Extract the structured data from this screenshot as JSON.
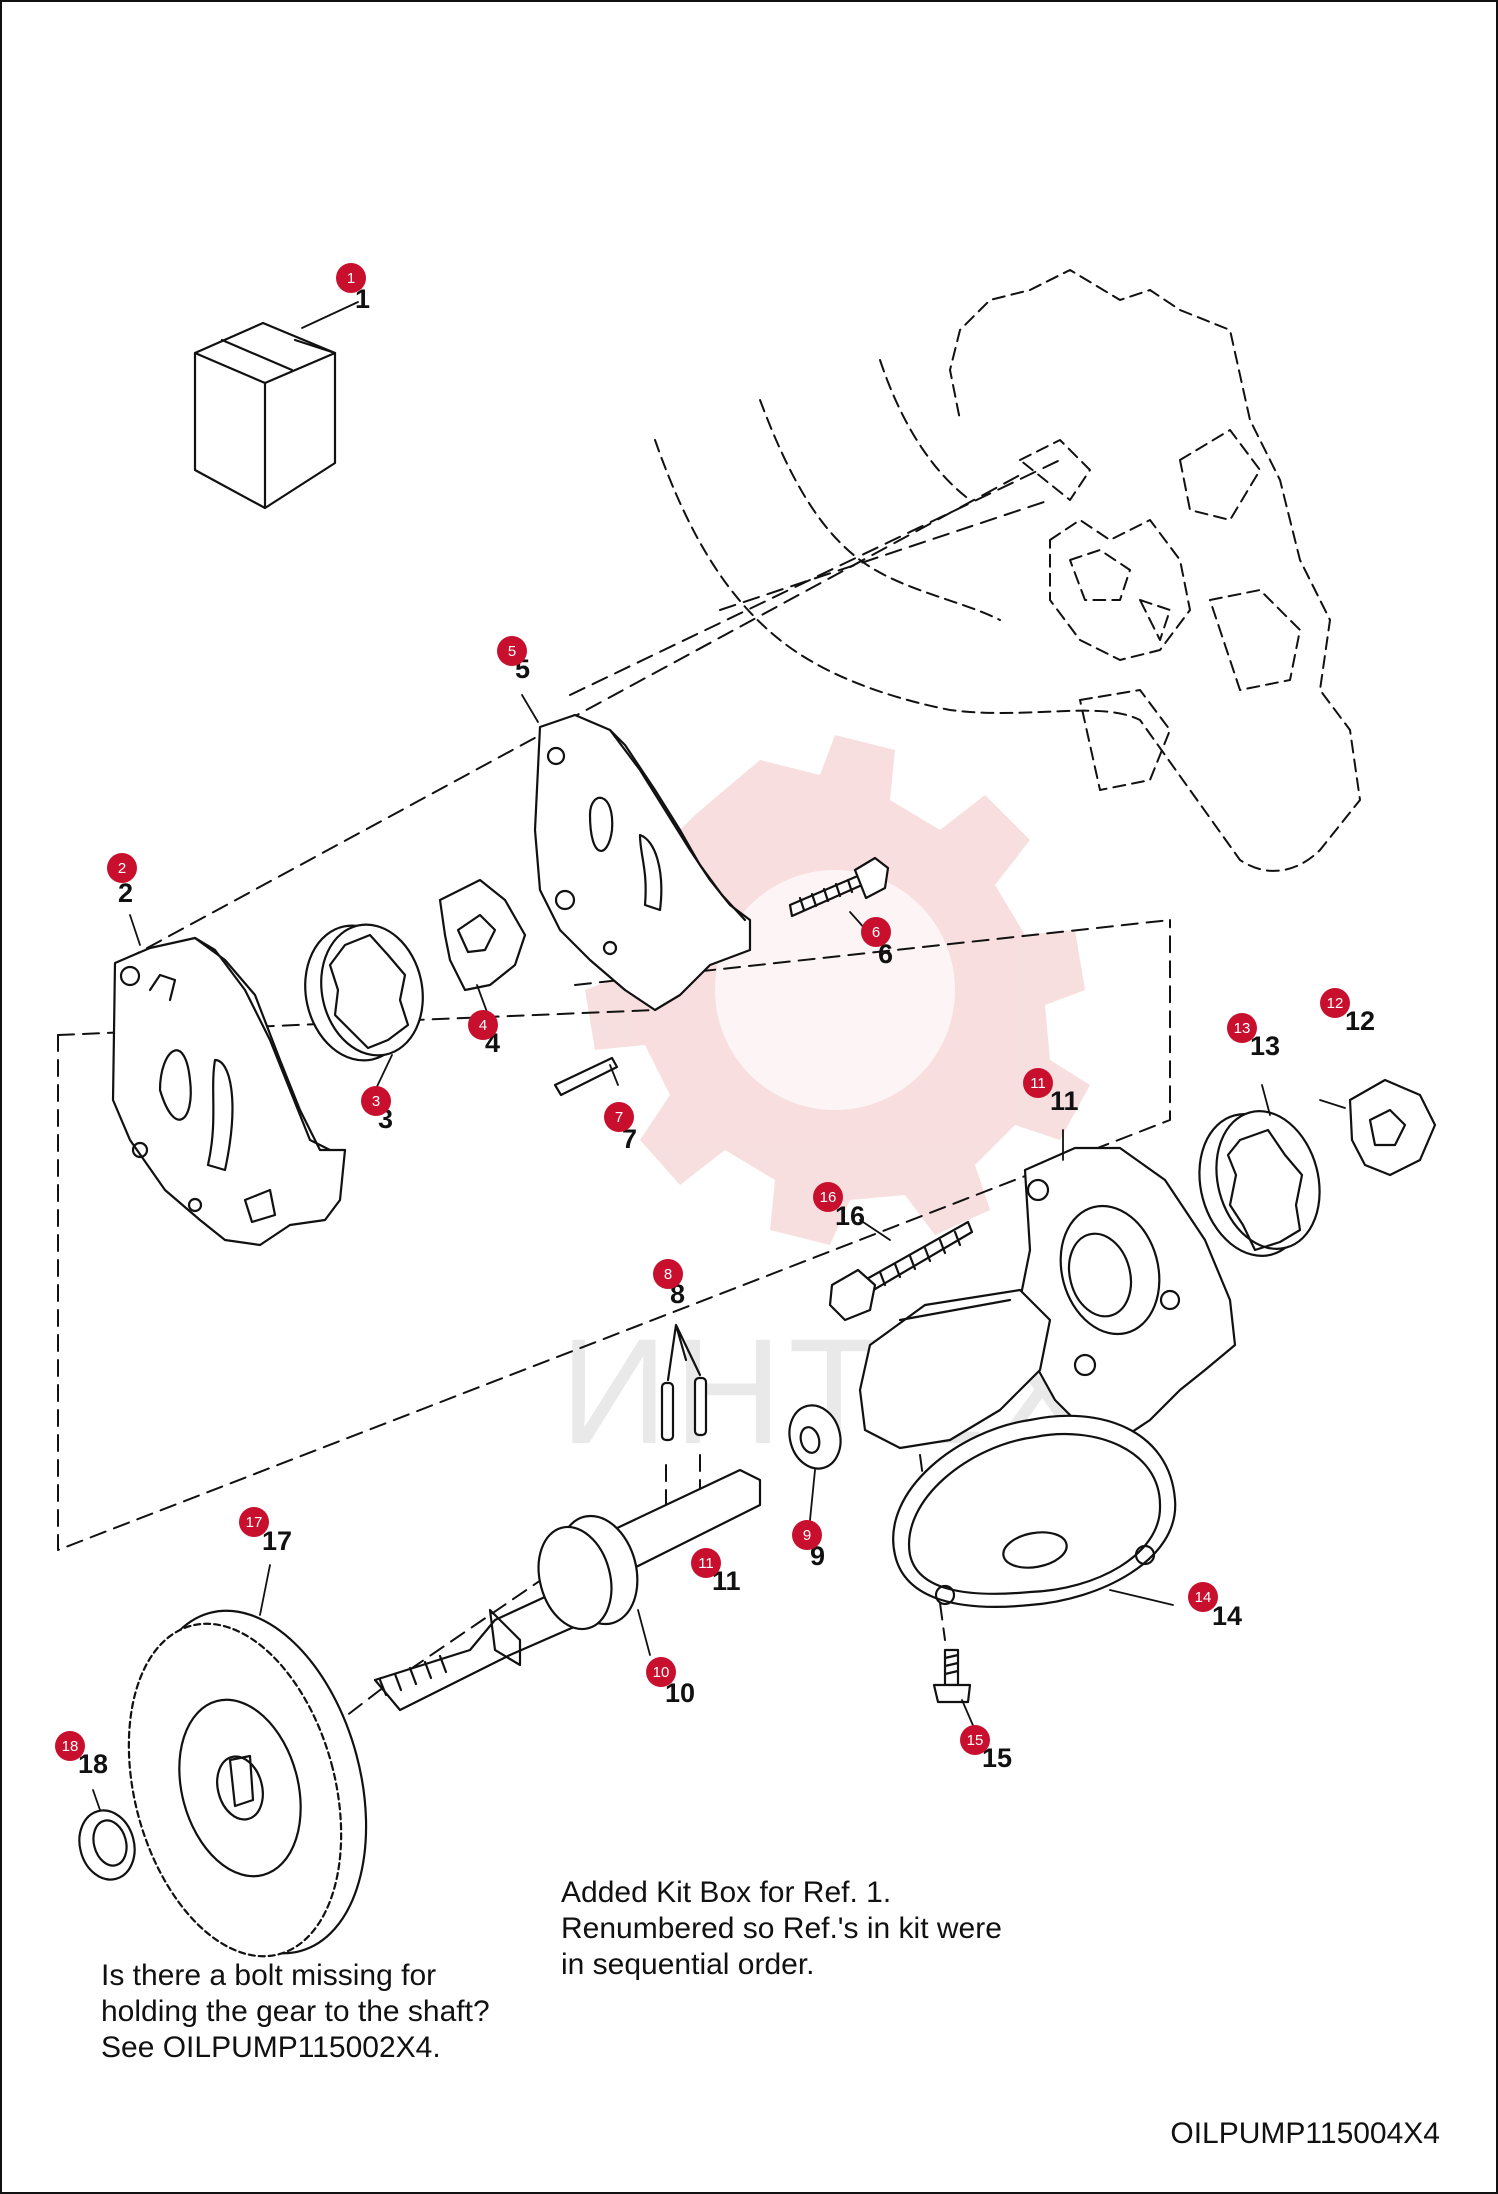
{
  "watermark": {
    "text": "ИНТЕХ"
  },
  "colors": {
    "hotspot": "#c8102e",
    "line": "#111111",
    "watermark": "#f3c4c4"
  },
  "hotspots": [
    {
      "ref": "1",
      "label": "1"
    },
    {
      "ref": "2",
      "label": "2"
    },
    {
      "ref": "3",
      "label": "3"
    },
    {
      "ref": "4",
      "label": "4"
    },
    {
      "ref": "5",
      "label": "5"
    },
    {
      "ref": "6",
      "label": "6"
    },
    {
      "ref": "7",
      "label": "7"
    },
    {
      "ref": "8",
      "label": "8"
    },
    {
      "ref": "9",
      "label": "9"
    },
    {
      "ref": "10",
      "label": "10"
    },
    {
      "ref": "11",
      "label": "11"
    },
    {
      "ref": "11",
      "label": "11"
    },
    {
      "ref": "12",
      "label": "12"
    },
    {
      "ref": "13",
      "label": "13"
    },
    {
      "ref": "14",
      "label": "14"
    },
    {
      "ref": "15",
      "label": "15"
    },
    {
      "ref": "16",
      "label": "16"
    },
    {
      "ref": "17",
      "label": "17"
    },
    {
      "ref": "18",
      "label": "18"
    }
  ],
  "notes": {
    "kit_box": [
      "Added Kit Box for Ref. 1.",
      "Renumbered so Ref.'s in kit were",
      "in sequential order."
    ],
    "missing_bolt": [
      "Is there a bolt missing for",
      "holding the gear to the shaft?",
      "See OILPUMP115002X4."
    ]
  },
  "figure_code": "OILPUMP115004X4"
}
